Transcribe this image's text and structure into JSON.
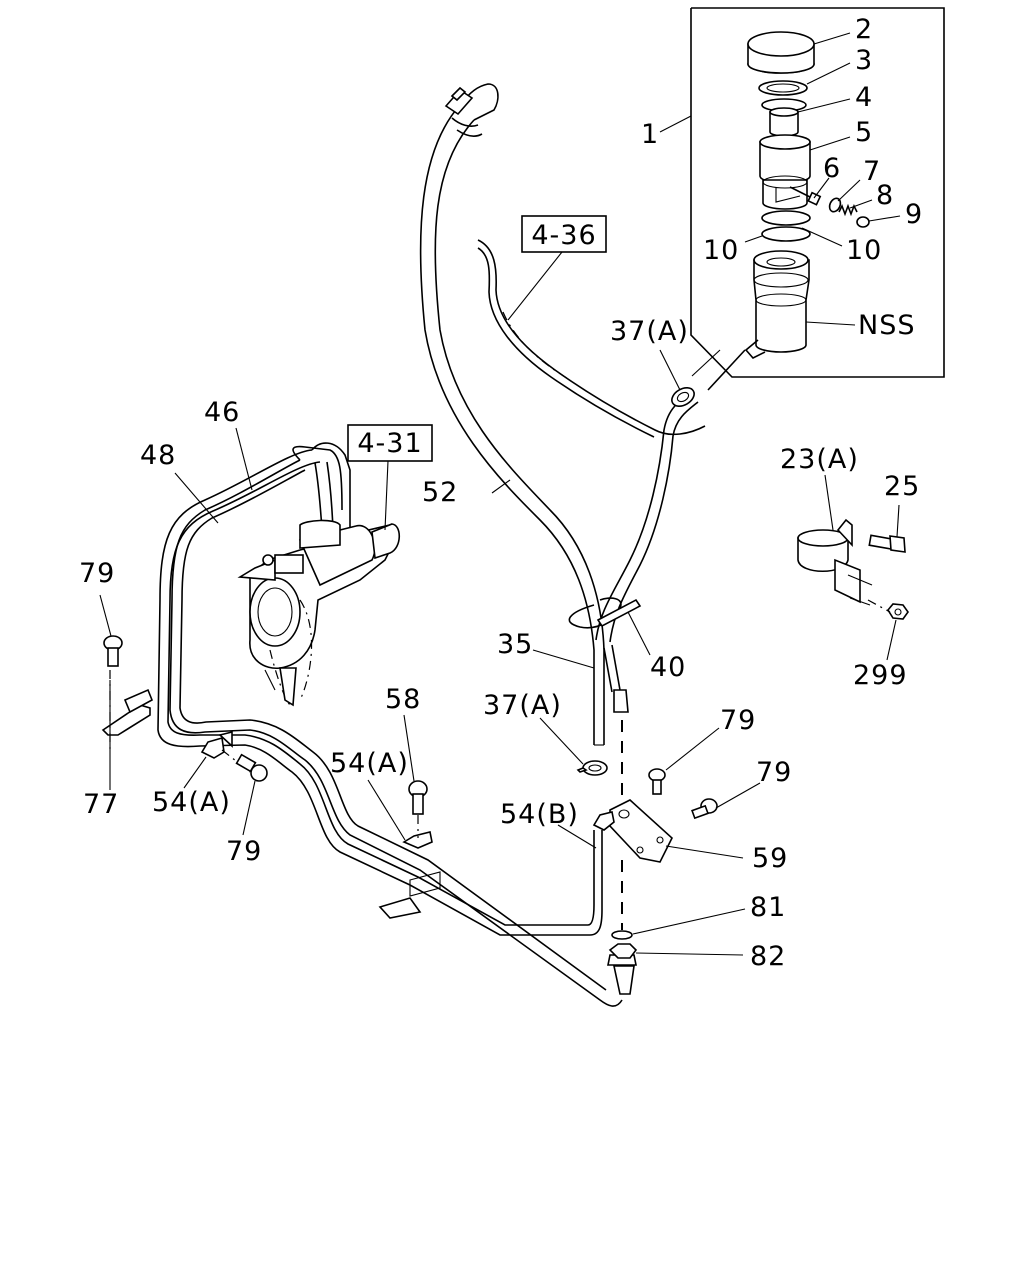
{
  "callouts": {
    "c1": "1",
    "c2": "2",
    "c3": "3",
    "c4": "4",
    "c5": "5",
    "c6": "6",
    "c7": "7",
    "c8": "8",
    "c9": "9",
    "c10a": "10",
    "c10b": "10",
    "nss": "NSS",
    "c23a": "23(A)",
    "c25": "25",
    "c299": "299",
    "c35": "35",
    "c37a_top": "37(A)",
    "c37a_mid": "37(A)",
    "c40": "40",
    "c46": "46",
    "c48": "48",
    "c52": "52",
    "c54a_left": "54(A)",
    "c54a_mid": "54(A)",
    "c54b": "54(B)",
    "c58": "58",
    "c59": "59",
    "c77": "77",
    "c79_left_top": "79",
    "c79_left_bot": "79",
    "c79_right_a": "79",
    "c79_right_b": "79",
    "c81": "81",
    "c82": "82"
  },
  "references": {
    "ref_436": "4-36",
    "ref_431": "4-31"
  }
}
